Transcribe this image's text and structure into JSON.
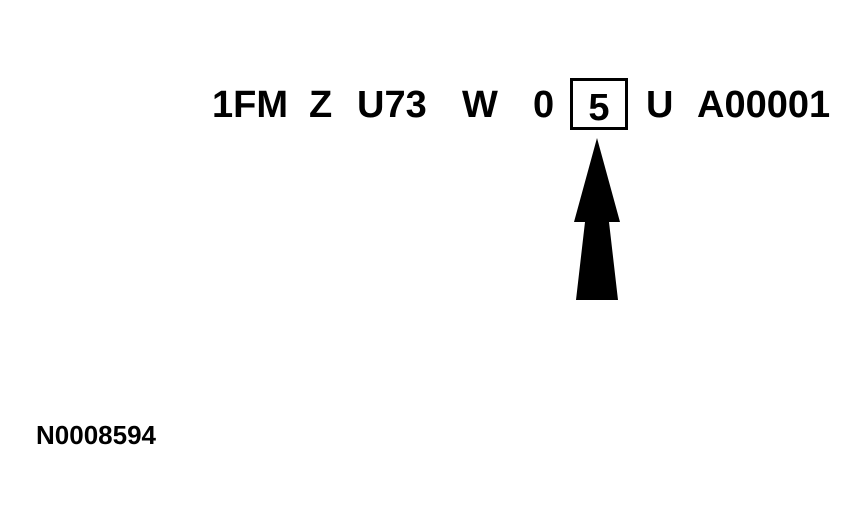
{
  "vin": {
    "segments": [
      "1FM",
      "Z",
      "U73",
      "W",
      "0",
      "5",
      "U",
      "A00001"
    ],
    "highlighted_segment_index": 5
  },
  "figure_id": "N0008594"
}
